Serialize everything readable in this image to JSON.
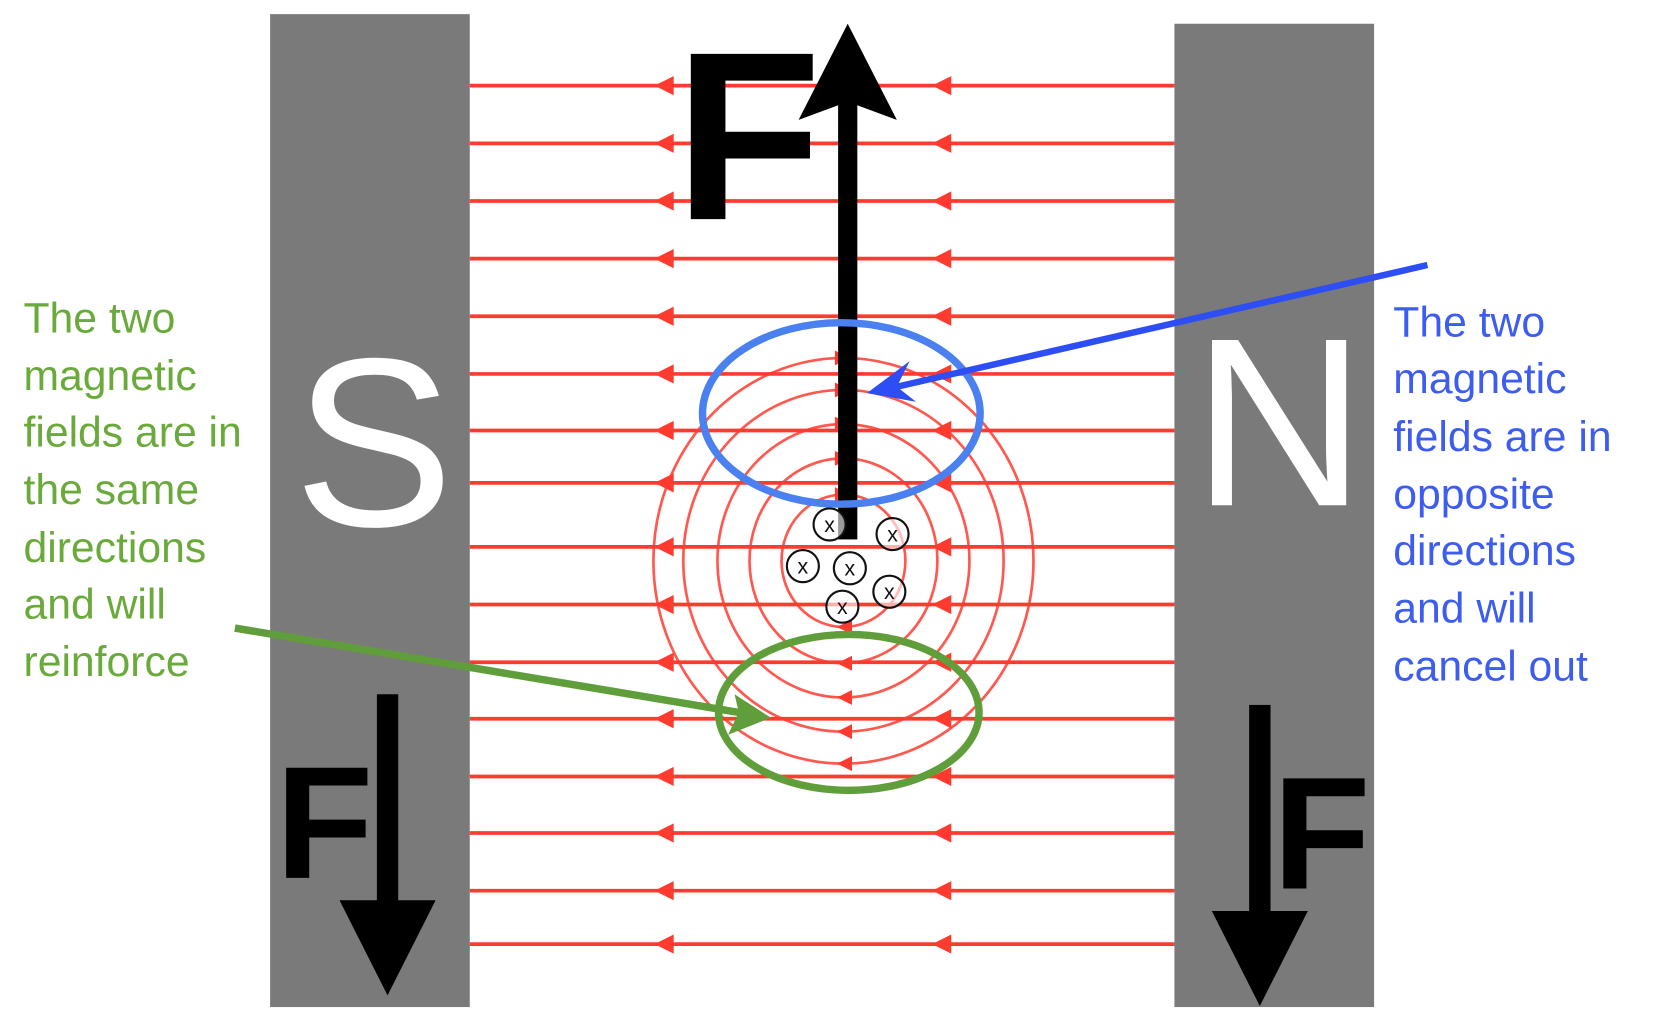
{
  "magnets": {
    "south_label": "S",
    "north_label": "N"
  },
  "forces": {
    "wire_force_label": "F",
    "south_force_label": "F",
    "north_force_label": "F"
  },
  "annotations": {
    "left_lines": [
      "The two",
      "magnetic",
      "fields are in",
      "the same",
      "directions",
      "and will",
      "reinforce"
    ],
    "right_lines": [
      "The two",
      "magnetic",
      "fields are in",
      "opposite",
      "directions",
      "and will",
      "cancel out"
    ]
  },
  "wire_symbols": [
    "x",
    "x",
    "x",
    "x",
    "x",
    "x"
  ],
  "colors": {
    "magnet": "#7a7a7a",
    "field": "#ff3b2f",
    "reinforce": "#5f9e3a",
    "cancel": "#3d5cf0",
    "cancel_ellipse": "#4a80f0"
  }
}
